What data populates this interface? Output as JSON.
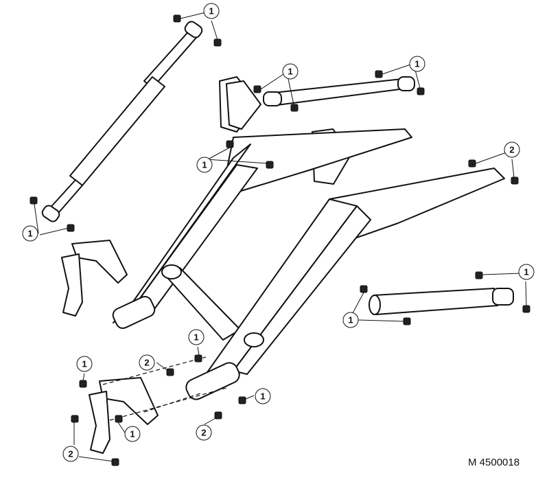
{
  "callouts": [
    {
      "label": "1"
    },
    {
      "label": "1"
    },
    {
      "label": "1"
    },
    {
      "label": "1"
    },
    {
      "label": "2"
    },
    {
      "label": "1"
    },
    {
      "label": "1"
    },
    {
      "label": "1"
    },
    {
      "label": "1"
    },
    {
      "label": "2"
    },
    {
      "label": "1"
    },
    {
      "label": "1"
    },
    {
      "label": "1"
    },
    {
      "label": "2"
    },
    {
      "label": "2"
    }
  ],
  "drawing_code": "M 4500018"
}
